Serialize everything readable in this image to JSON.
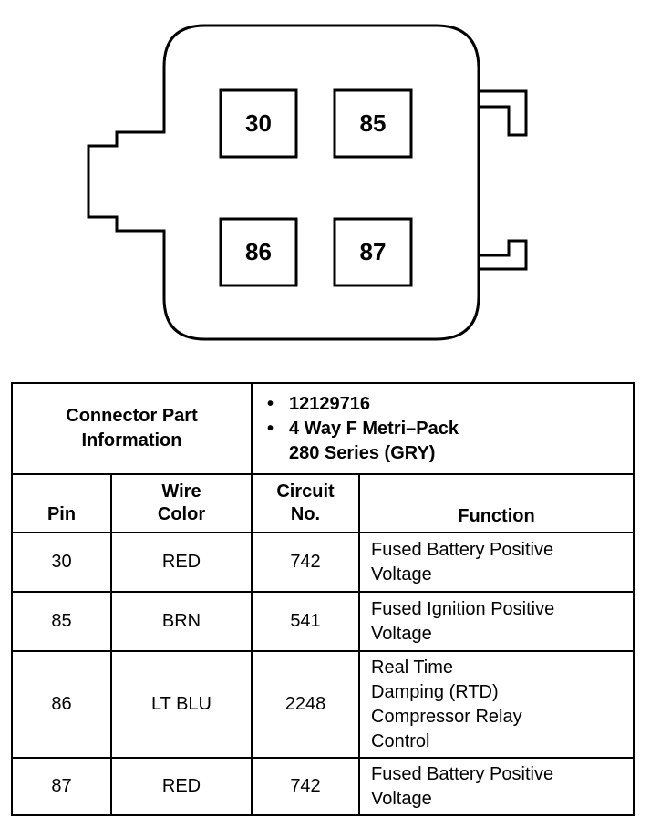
{
  "connector": {
    "pins": [
      {
        "id": "30",
        "label": "30"
      },
      {
        "id": "85",
        "label": "85"
      },
      {
        "id": "86",
        "label": "86"
      },
      {
        "id": "87",
        "label": "87"
      }
    ]
  },
  "table": {
    "part_info_label_line1": "Connector Part",
    "part_info_label_line2": "Information",
    "part_items": [
      {
        "line1": "12129716",
        "line2": ""
      },
      {
        "line1": "4 Way F Metri–Pack",
        "line2": "280 Series (GRY)"
      }
    ],
    "headers": {
      "pin": "Pin",
      "wire_color_line1": "Wire",
      "wire_color_line2": "Color",
      "circuit_line1": "Circuit",
      "circuit_line2": "No.",
      "function": "Function"
    },
    "rows": [
      {
        "pin": "30",
        "wire": "RED",
        "circuit": "742",
        "function_lines": [
          "Fused Battery Positive",
          "Voltage"
        ]
      },
      {
        "pin": "85",
        "wire": "BRN",
        "circuit": "541",
        "function_lines": [
          "Fused Ignition Positive",
          "Voltage"
        ]
      },
      {
        "pin": "86",
        "wire": "LT BLU",
        "circuit": "2248",
        "function_lines": [
          "Real Time",
          "Damping (RTD)",
          "Compressor Relay",
          "Control"
        ]
      },
      {
        "pin": "87",
        "wire": "RED",
        "circuit": "742",
        "function_lines": [
          "Fused Battery Positive",
          "Voltage"
        ]
      }
    ]
  }
}
